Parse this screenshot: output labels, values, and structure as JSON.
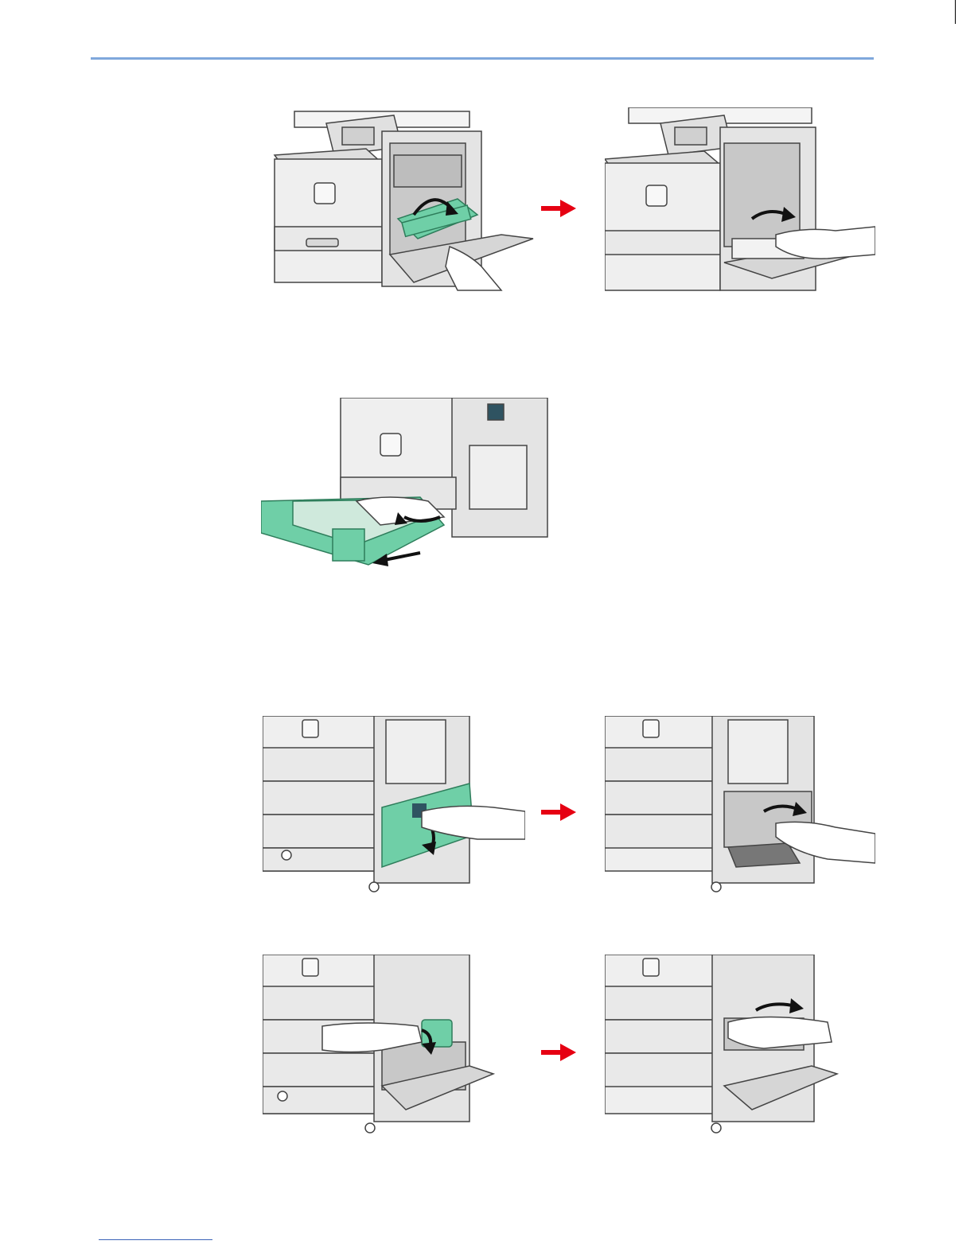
{
  "colors": {
    "rule": "#7fa8dc",
    "accent_green": "#6fcfa7",
    "arrow_red": "#e60012",
    "outline": "#444444",
    "body_gray": "#e8e8e8",
    "link_line": "#3a63b8"
  },
  "figures": [
    {
      "id": "fig1",
      "icon": "printer-right-cover-open-fuser-lift"
    },
    {
      "id": "fig2",
      "icon": "printer-right-cover-remove-paper"
    },
    {
      "id": "fig3",
      "icon": "printer-pull-out-cassette"
    },
    {
      "id": "fig4",
      "icon": "printer-open-lower-right-cover"
    },
    {
      "id": "fig5",
      "icon": "printer-lower-cover-remove-paper"
    },
    {
      "id": "fig6",
      "icon": "printer-open-feeder-cover"
    },
    {
      "id": "fig7",
      "icon": "printer-feeder-remove-paper"
    }
  ],
  "arrows": [
    {
      "id": "arrow1",
      "icon": "red-arrow-right-icon"
    },
    {
      "id": "arrow2",
      "icon": "red-arrow-right-icon"
    },
    {
      "id": "arrow3",
      "icon": "red-arrow-right-icon"
    }
  ]
}
